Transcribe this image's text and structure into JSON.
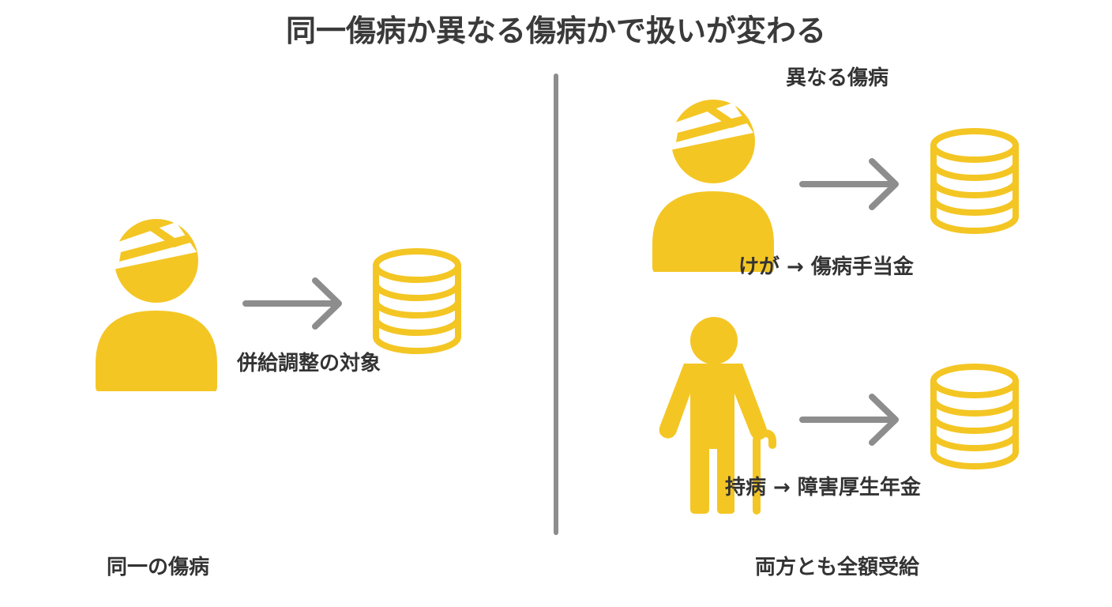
{
  "title": "同一傷病か異なる傷病かで扱いが変わる",
  "left": {
    "caption": "併給調整の対象",
    "footer": "同一の傷病",
    "icons": [
      "injured-person-icon",
      "arrow-right-icon",
      "coin-stack-icon"
    ]
  },
  "right": {
    "heading": "異なる傷病",
    "injury_caption": "けが → 傷病手当金",
    "chronic_caption": "持病 → 障害厚生年金",
    "footer": "両方とも全額受給",
    "icons": [
      "injured-person-icon",
      "elderly-person-cane-icon",
      "arrow-right-icon",
      "coin-stack-icon"
    ]
  },
  "colors": {
    "accent": "#F4C624",
    "arrow": "#8D8D8D",
    "text": "#333333"
  }
}
